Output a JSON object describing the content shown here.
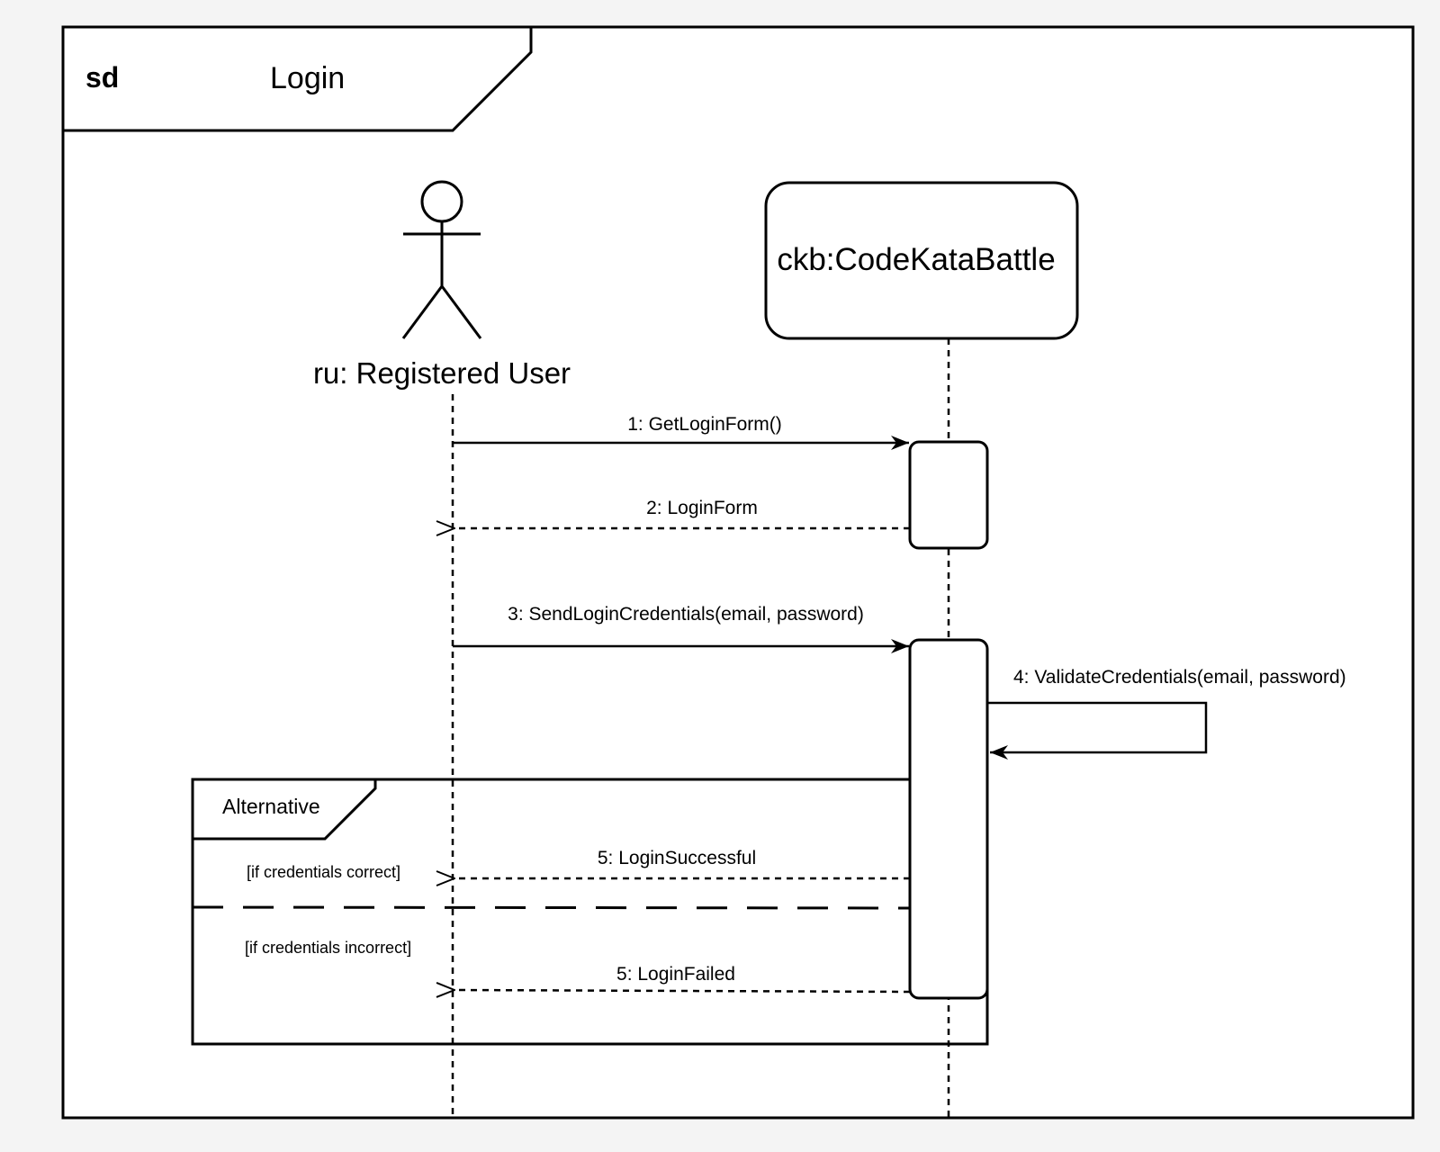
{
  "frame": {
    "keyword": "sd",
    "name": "Login"
  },
  "lifelines": {
    "actor": {
      "label": "ru: Registered User"
    },
    "system": {
      "label": "ckb:CodeKataBattle"
    }
  },
  "messages": [
    {
      "label": "1: GetLoginForm()",
      "kind": "sync-call"
    },
    {
      "label": "2: LoginForm",
      "kind": "reply"
    },
    {
      "label": "3: SendLoginCredentials(email, password)",
      "kind": "sync-call"
    },
    {
      "label": "4: ValidateCredentials(email, password)",
      "kind": "self-call"
    },
    {
      "label": "5: LoginSuccessful",
      "kind": "reply"
    },
    {
      "label": "5: LoginFailed",
      "kind": "reply"
    }
  ],
  "fragment": {
    "operator": "Alternative",
    "guards": [
      "[if credentials correct]",
      "[if credentials incorrect]"
    ]
  },
  "colors": {
    "stroke": "#000000",
    "background": "#ffffff",
    "page": "#f4f4f4"
  }
}
